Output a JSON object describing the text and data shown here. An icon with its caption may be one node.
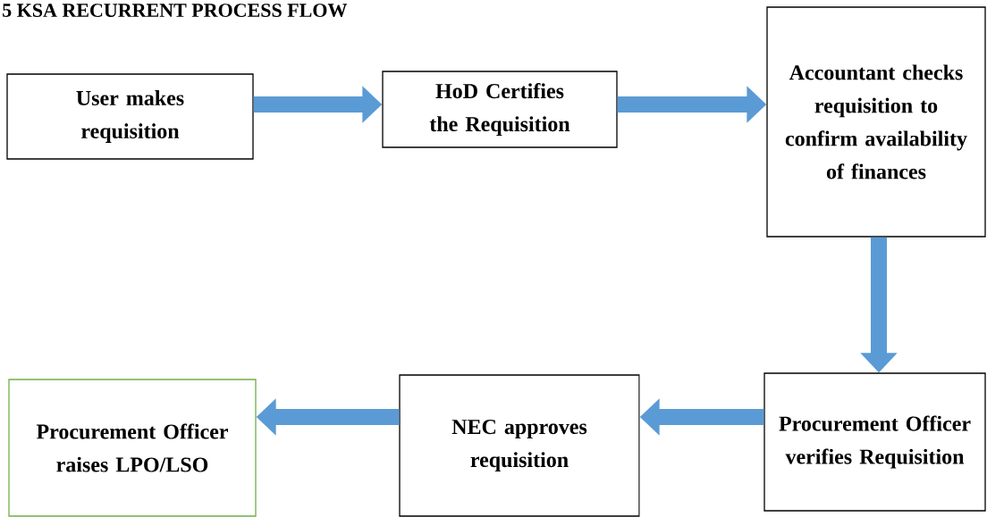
{
  "diagram": {
    "title": "5 KSA RECURRENT PROCESS FLOW",
    "nodes": [
      {
        "text": [
          "User makes requisition"
        ]
      },
      {
        "text": [
          "HoD Certifies the Requisition"
        ]
      },
      {
        "text": [
          "Accountant checks requisition to confirm availability of finances"
        ]
      },
      {
        "text": [
          "Procurement Officer verifies Requisition"
        ]
      },
      {
        "text": [
          "NEC approves requisition"
        ]
      },
      {
        "text": [
          "Procurement Officer raises LPO/LSO"
        ]
      }
    ],
    "edges": [
      {
        "from": 0,
        "to": 1,
        "arrow": "to"
      },
      {
        "from": 1,
        "to": 2,
        "arrow": "to"
      },
      {
        "from": 2,
        "to": 3,
        "arrow": "to"
      },
      {
        "from": 3,
        "to": 4,
        "arrow": "to"
      },
      {
        "from": 4,
        "to": 5,
        "arrow": "to"
      }
    ]
  }
}
